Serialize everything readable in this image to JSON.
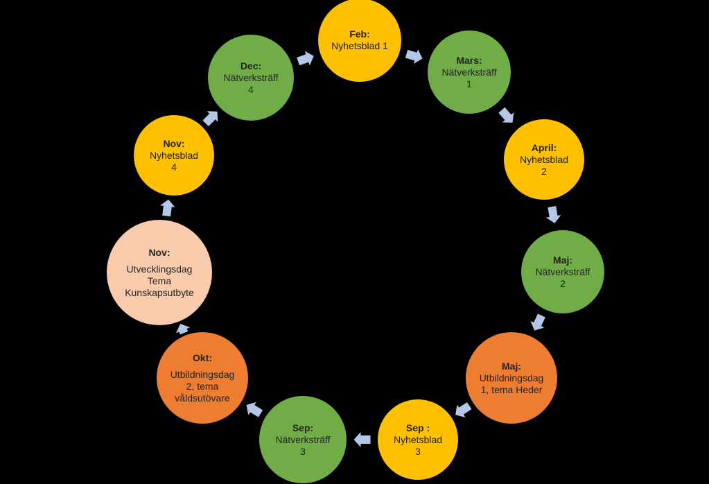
{
  "colors": {
    "background": "#000000",
    "yellow": "#ffc000",
    "green": "#70ad47",
    "orange": "#ed7d31",
    "peach": "#f8cbad",
    "arrow": "#b4c7e7"
  },
  "cycle": {
    "nodes": [
      {
        "title": "Feb:",
        "lines": [
          "Nyhetsblad 1"
        ],
        "color": "yellow"
      },
      {
        "title": "Mars:",
        "lines": [
          "Nätverksträff",
          "1"
        ],
        "color": "green"
      },
      {
        "title": "April:",
        "lines": [
          "Nyhetsblad",
          "2"
        ],
        "color": "yellow"
      },
      {
        "title": "Maj:",
        "lines": [
          "Nätverksträff",
          "2"
        ],
        "color": "green"
      },
      {
        "title": "Maj:",
        "lines": [
          "Utbildningsdag",
          "1, tema Heder"
        ],
        "color": "orange"
      },
      {
        "title": "Sep :",
        "lines": [
          "Nyhetsblad",
          "3"
        ],
        "color": "yellow"
      },
      {
        "title": "Sep:",
        "lines": [
          "Nätverksträff",
          "3"
        ],
        "color": "green"
      },
      {
        "title": "Okt:",
        "lines": [
          "Utbildningsdag",
          "2, tema",
          "våldsutövare"
        ],
        "color": "orange"
      },
      {
        "title": "Nov:",
        "lines": [
          "Utvecklingsdag",
          "Tema",
          "Kunskapsutbyte"
        ],
        "color": "peach"
      },
      {
        "title": "Nov:",
        "lines": [
          "Nyhetsblad",
          "4"
        ],
        "color": "yellow"
      },
      {
        "title": "Dec:",
        "lines": [
          "Nätverksträff",
          "4"
        ],
        "color": "green"
      }
    ]
  }
}
